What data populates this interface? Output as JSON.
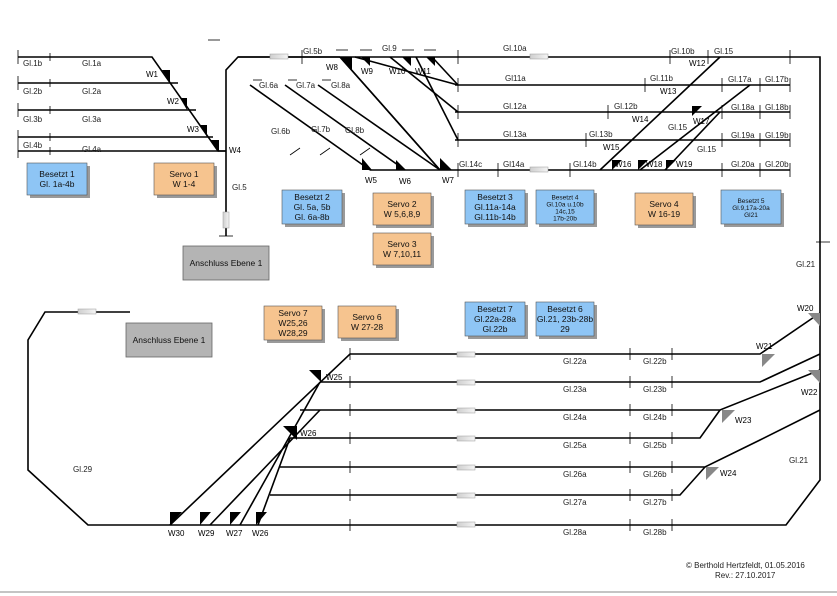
{
  "tracks": {
    "gl1b": "Gl.1b",
    "gl1a": "Gl.1a",
    "gl2b": "Gl.2b",
    "gl2a": "Gl.2a",
    "gl3b": "Gl.3b",
    "gl3a": "Gl.3a",
    "gl4b": "Gl.4b",
    "gl4a": "Gl.4a",
    "gl5": "Gl.5",
    "gl5b": "Gl.5b",
    "gl6a": "Gl.6a",
    "gl6b": "Gl.6b",
    "gl7a": "Gl.7a",
    "gl7b": "Gl.7b",
    "gl8a": "Gl.8a",
    "gl8b": "Gl.8b",
    "gl9": "Gl.9",
    "gl10a": "Gl.10a",
    "gl10b": "Gl.10b",
    "gl11a": "Gl11a",
    "gl11b": "Gl.11b",
    "gl12a": "Gl.12a",
    "gl12b": "Gl.12b",
    "gl13a": "Gl.13a",
    "gl13b": "Gl.13b",
    "gl14a": "Gl14a",
    "gl14b": "Gl.14b",
    "gl14c": "Gl.14c",
    "gl15a": "Gl.15",
    "gl15b": "Gl.15",
    "gl15c": "Gl.15",
    "gl17a": "Gl.17a",
    "gl17b": "Gl.17b",
    "gl18a": "Gl.18a",
    "gl18b": "Gl.18b",
    "gl19a": "Gl.19a",
    "gl19b": "Gl.19b",
    "gl20a": "Gl.20a",
    "gl20b": "Gl.20b",
    "gl21a": "Gl.21",
    "gl21b": "Gl.21",
    "gl22a": "Gl.22a",
    "gl22b": "Gl.22b",
    "gl23a": "Gl.23a",
    "gl23b": "Gl.23b",
    "gl24a": "Gl.24a",
    "gl24b": "Gl.24b",
    "gl25a": "Gl.25a",
    "gl25b": "Gl.25b",
    "gl26a": "Gl.26a",
    "gl26b": "Gl.26b",
    "gl27a": "Gl.27a",
    "gl27b": "Gl.27b",
    "gl28a": "Gl.28a",
    "gl28b": "Gl.28b",
    "gl29": "Gl.29"
  },
  "switches": {
    "w1": "W1",
    "w2": "W2",
    "w3": "W3",
    "w4": "W4",
    "w5": "W5",
    "w6": "W6",
    "w7": "W7",
    "w8": "W8",
    "w9": "W9",
    "w10": "W10",
    "w11": "W11",
    "w12": "W12",
    "w13": "W13",
    "w14": "W14",
    "w15": "W15",
    "w16": "W16",
    "w17": "W17",
    "w18": "W18",
    "w19": "W19",
    "w20": "W20",
    "w21": "W21",
    "w22": "W22",
    "w23": "W23",
    "w24": "W24",
    "w25": "W25",
    "w26a": "W26",
    "w26b": "W26",
    "w27": "W27",
    "w29": "W29",
    "w30": "W30"
  },
  "boxes": {
    "besetzt1": [
      "Besetzt 1",
      "Gl. 1a-4b"
    ],
    "servo1": [
      "Servo  1",
      "W 1-4"
    ],
    "besetzt2": [
      "Besetzt 2",
      "Gl. 5a, 5b",
      "Gl. 6a-8b"
    ],
    "servo2": [
      "Servo  2",
      "W 5,6,8,9"
    ],
    "servo3": [
      "Servo  3",
      "W 7,10,11"
    ],
    "besetzt3": [
      "Besetzt 3",
      "Gl.11a-14a",
      "Gl.11b-14b"
    ],
    "besetzt4": [
      "Besetzt 4",
      "Gl.10a u.10b",
      "14c,15",
      "17b-20b"
    ],
    "servo4": [
      "Servo  4",
      "W 16-19"
    ],
    "besetzt5": [
      "Besetzt 5",
      "Gl.9,17a-20a",
      "Gl21"
    ],
    "servo7": [
      "Servo  7",
      "W25,26",
      "W28,29"
    ],
    "servo6": [
      "Servo  6",
      "W 27-28"
    ],
    "besetzt7": [
      "Besetzt 7",
      "Gl.22a-28a",
      "Gl.22b"
    ],
    "besetzt6": [
      "Besetzt 6",
      "Gl.21, 23b-28b",
      "29"
    ],
    "anschluss1": "Anschluss Ebene 1",
    "anschluss2": "Anschluss Ebene 1"
  },
  "colors": {
    "besetzt": "#8ec5f5",
    "servo": "#f6c48f",
    "anschluss": "#b4b4b4"
  },
  "copyright": [
    "© Berthold Hertzfeldt, 01.05.2016",
    "Rev.: 27.10.2017"
  ]
}
